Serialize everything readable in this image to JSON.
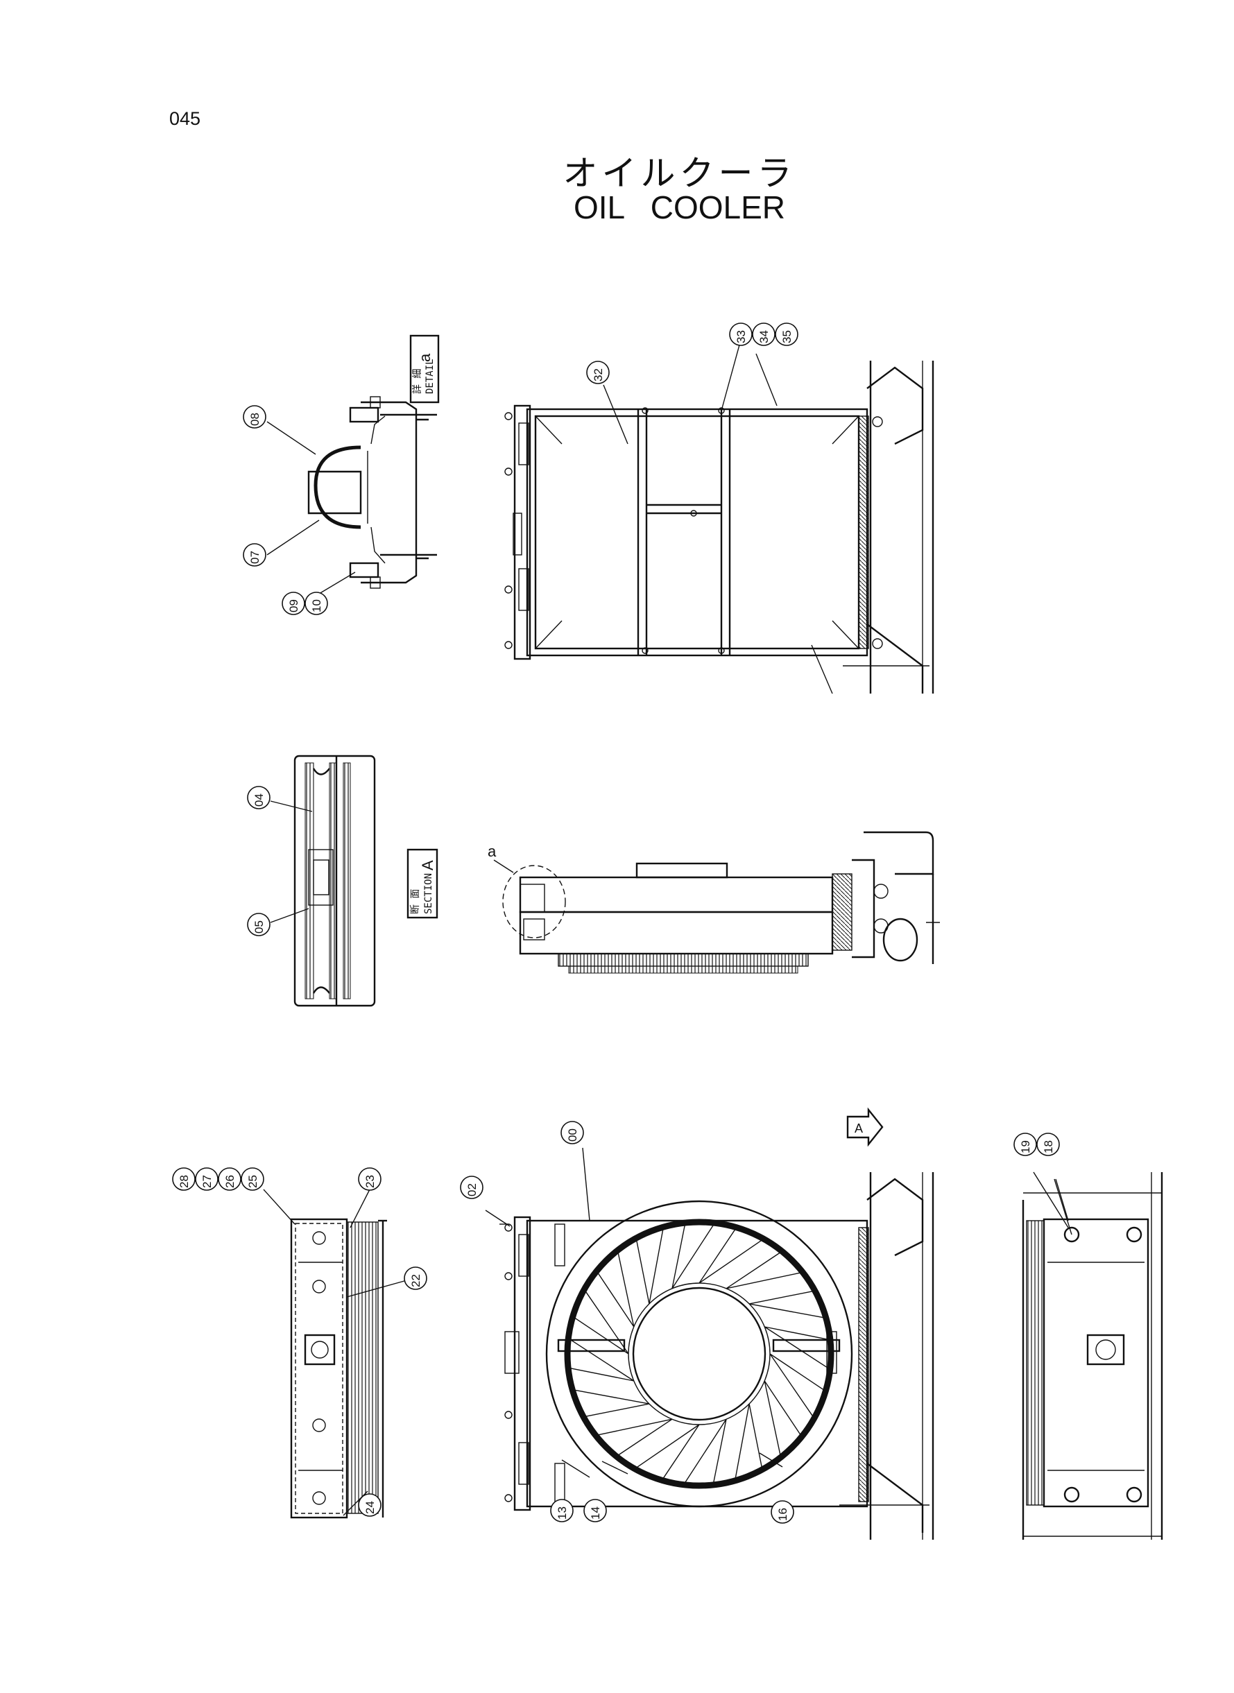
{
  "page_number": "045",
  "title_jp": "オイルクーラ",
  "title_en": "OIL   COOLER",
  "detail_tag": {
    "jp": "詳 細",
    "en": "DETAIL",
    "letter": "a"
  },
  "section_tag": {
    "jp": "断 面",
    "en": "SECTION",
    "letter": "A"
  },
  "view_arrow_letter": "A",
  "detail_mark_letter": "a",
  "callouts": {
    "c00": "00",
    "c02": "02",
    "c04": "04",
    "c05": "05",
    "c07": "07",
    "c08": "08",
    "c09": "09",
    "c10": "10",
    "c13": "13",
    "c14": "14",
    "c16": "16",
    "c18": "18",
    "c19": "19",
    "c22": "22",
    "c23": "23",
    "c24": "24",
    "c25": "25",
    "c26": "26",
    "c27": "27",
    "c28": "28",
    "c32": "32",
    "c33": "33",
    "c34": "34",
    "c35": "35"
  }
}
